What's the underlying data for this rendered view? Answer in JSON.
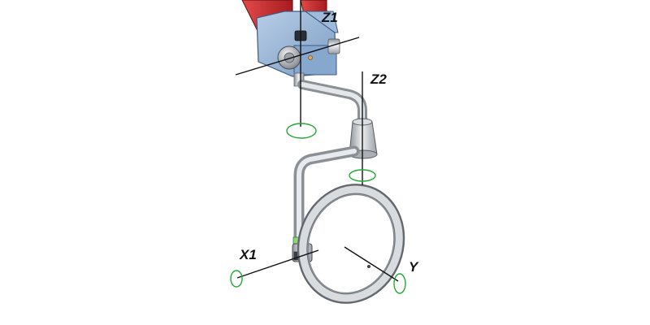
{
  "labels": {
    "z1": "Z1",
    "z2": "Z2",
    "x1": "X1",
    "y": "Y"
  },
  "colors": {
    "background": "#ffffff",
    "red_arm": "#c8262b",
    "blue_housing": "#8fb1d6",
    "steel": "#c4c8cc",
    "axis_line": "#111111",
    "rotation_marker": "#22aa33"
  }
}
